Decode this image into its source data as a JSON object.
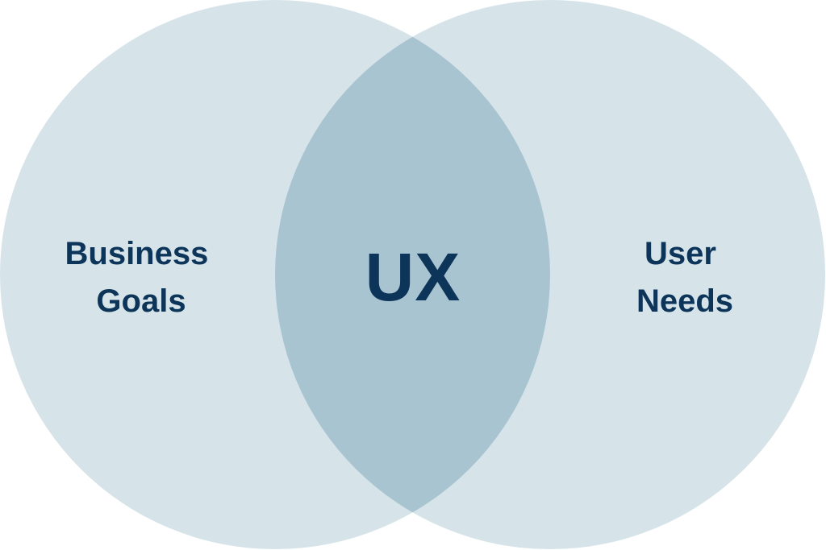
{
  "diagram": {
    "left_set": {
      "line1": "Business",
      "line2": "Goals"
    },
    "right_set": {
      "line1": "User",
      "line2": "Needs"
    },
    "intersection": {
      "label": "UX"
    },
    "colors": {
      "circle_fill": "#d6e4ea",
      "overlap_fill": "#a8c4d0",
      "text": "#0c3559"
    }
  }
}
